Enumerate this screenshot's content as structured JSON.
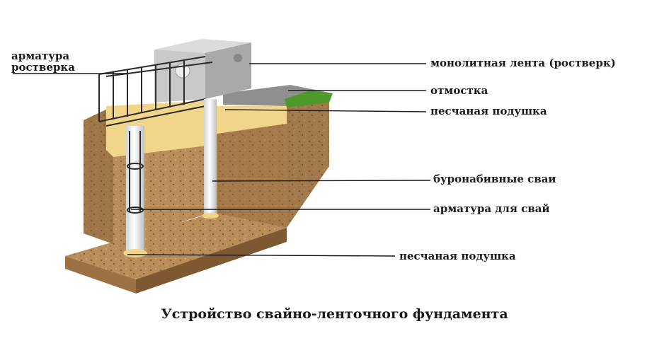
{
  "labels": {
    "rebar_grillage_line1": "арматура",
    "rebar_grillage_line2": "ростверка",
    "monolithic_strip": "монолитная лента (ростверк)",
    "blind_area": "отмостка",
    "sand_cushion_top": "песчаная подушка",
    "bored_piles": "буронабивные сваи",
    "pile_rebar": "арматура для свай",
    "sand_cushion_bottom": "песчаная подушка"
  },
  "caption": "Устройство свайно-ленточного фундамента",
  "colors": {
    "soil": "#b98e5b",
    "soil_dark": "#8c6438",
    "concrete": "#c9c9c9",
    "sand": "#f1d58a",
    "grass": "#4d9a2a",
    "pile": "#e9ecee",
    "rebar": "#2a2a2a"
  }
}
